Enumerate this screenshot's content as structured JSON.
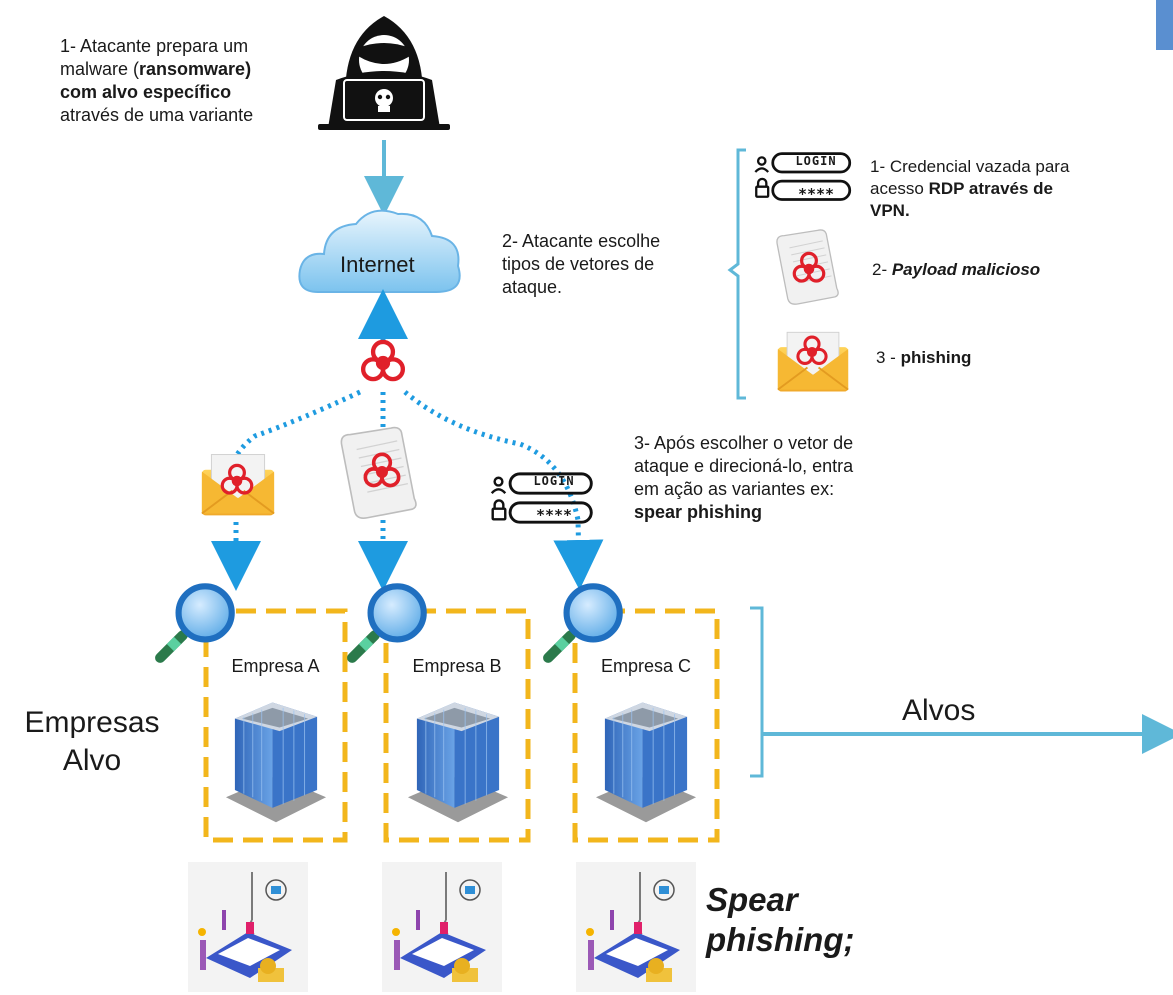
{
  "steps": {
    "step1": {
      "prefix": "1- Atacante prepara um malware (",
      "bold": "ransomware) com alvo específico",
      "suffix": " através de uma variante"
    },
    "step2": "2- Atacante escolhe tipos de vetores de ataque.",
    "step3": {
      "text": "3- Após escolher o vetor de ataque  e direcioná-lo, entra em ação as variantes ex: ",
      "bold": "spear phishing"
    }
  },
  "internet_label": "Internet",
  "vectors": {
    "v1": {
      "prefix": "1- Credencial vazada para acesso ",
      "bold": "RDP através de VPN."
    },
    "v2": {
      "prefix": "2- ",
      "bold": "Payload malicioso"
    },
    "v3": {
      "prefix": "3 - ",
      "bold": "phishing"
    }
  },
  "login_badge": "LOGIN",
  "password_badge": "****",
  "companies": [
    "Empresa A",
    "Empresa B",
    "Empresa C"
  ],
  "targets_group_label": "Empresas Alvo",
  "targets_arrow_label": "Alvos",
  "spear_phishing_caption": "Spear phishing;",
  "colors": {
    "arrow_blue": "#5fb8d8",
    "dotted_blue": "#1e9be0",
    "dashed_box": "#f2b61c",
    "biohazard_red": "#e0202a",
    "magnifier_blue": "#2f8fd6",
    "building_blue": "#3f7fd0"
  }
}
